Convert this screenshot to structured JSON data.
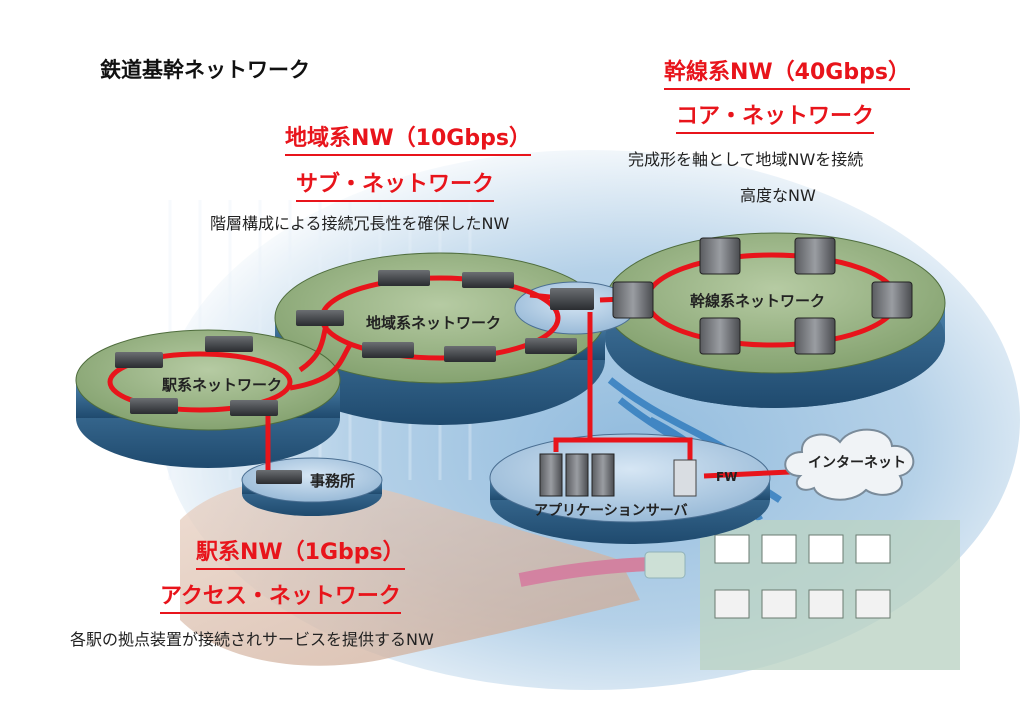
{
  "title": "鉄道基幹ネットワーク",
  "core": {
    "heading": "幹線系NW（40Gbps）",
    "subheading": "コア・ネットワーク",
    "desc1": "完成形を軸として地域NWを接続",
    "desc2": "高度なNW",
    "ring_label": "幹線系ネットワーク"
  },
  "regional": {
    "heading": "地域系NW（10Gbps）",
    "subheading": "サブ・ネットワーク",
    "desc": "階層構成による接続冗長性を確保したNW",
    "ring_label": "地域系ネットワーク"
  },
  "station": {
    "heading": "駅系NW（1Gbps）",
    "subheading": "アクセス・ネットワーク",
    "desc": "各駅の拠点装置が接続されサービスを提供するNW",
    "ring_label": "駅系ネットワーク"
  },
  "office_label": "事務所",
  "app_server_label": "アプリケーションサーバ",
  "fw_label": "FW",
  "internet_label": "インターネット",
  "colors": {
    "ring": "#e8141b",
    "disk_top": "#8fae7a",
    "disk_side": "#2d5f86",
    "heading": "#e8141b"
  }
}
